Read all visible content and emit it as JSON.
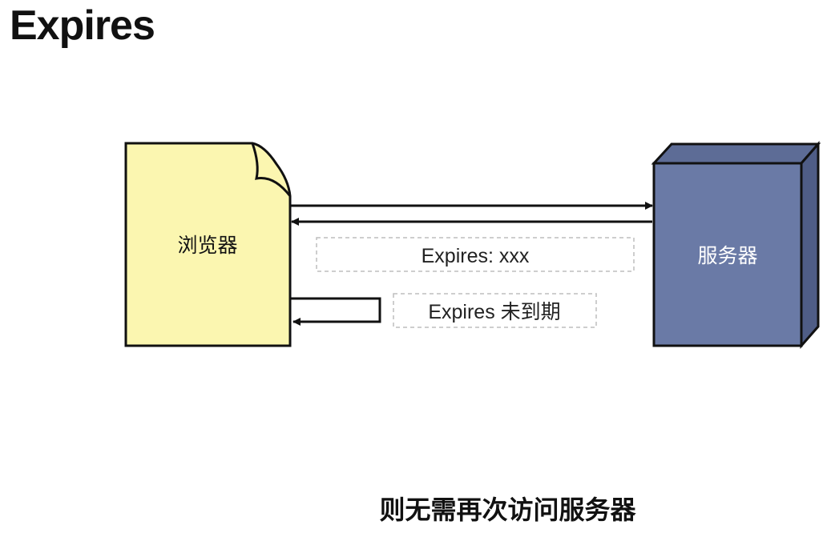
{
  "title": "Expires",
  "diagram": {
    "browser_label": "浏览器",
    "server_label": "服务器",
    "response_header_label": "Expires: xxx",
    "cache_check_label": "Expires 未到期",
    "colors": {
      "browser_fill": "#fbf6b0",
      "server_front": "#6a7aa6",
      "server_top": "#5d6c96",
      "server_side": "#4f5d86",
      "outline": "#111111",
      "dashed_box": "#bdbdbd"
    }
  },
  "caption": "则无需再次访问服务器"
}
